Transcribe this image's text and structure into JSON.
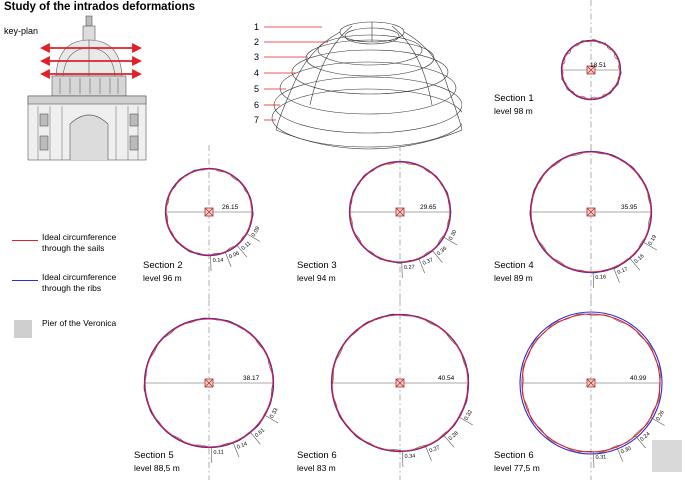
{
  "title": "Study of the intrados deformations",
  "keyplan": {
    "label": "key-plan"
  },
  "dome_levels": [
    "1",
    "2",
    "3",
    "4",
    "5",
    "6",
    "7"
  ],
  "legend": {
    "sails": {
      "text": "Ideal circumference through the sails",
      "color": "#e0202a"
    },
    "ribs": {
      "text": "Ideal circumference through the ribs",
      "color": "#2b2bd6"
    },
    "pier": {
      "text": "Pier of the Veronica",
      "color": "#cfcfcf"
    }
  },
  "sections": [
    {
      "name": "Section 1",
      "level": "level 98 m",
      "radius": "18.51",
      "deviations": []
    },
    {
      "name": "Section 2",
      "level": "level 96 m",
      "radius": "26.15",
      "deviations": [
        "0.09",
        "0.11",
        "0.06",
        "0.14"
      ]
    },
    {
      "name": "Section 3",
      "level": "level 94 m",
      "radius": "29.65",
      "deviations": [
        "0.30",
        "0.36",
        "0.37",
        "0.27"
      ]
    },
    {
      "name": "Section 4",
      "level": "level 89 m",
      "radius": "35.95",
      "deviations": [
        "0.19",
        "0.16",
        "0.17",
        "0.16"
      ]
    },
    {
      "name": "Section 5",
      "level": "level 88,5 m",
      "radius": "38.17",
      "deviations": [
        "0.33",
        "0.61",
        "0.14",
        "0.11"
      ]
    },
    {
      "name": "Section 6",
      "level": "level 83 m",
      "radius": "40.54",
      "deviations": [
        "0.32",
        "0.28",
        "0.27",
        "0.34"
      ]
    },
    {
      "name": "Section 6",
      "level": "level 77,5 m",
      "radius": "40.99",
      "deviations": [
        "0.26",
        "0.24",
        "0.30",
        "0.31"
      ]
    }
  ]
}
